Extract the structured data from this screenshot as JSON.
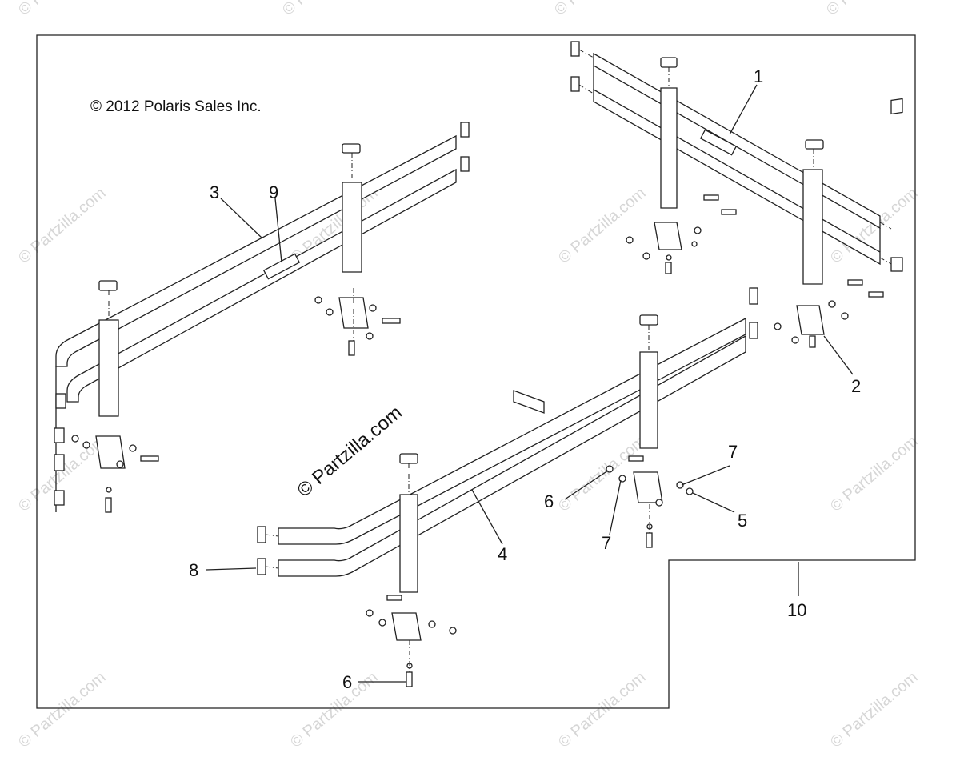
{
  "copyright": "© 2012 Polaris Sales Inc.",
  "center_watermark": "© Partzilla.com",
  "watermark_text": "© Partzilla.com",
  "callouts": {
    "c1": "1",
    "c2": "2",
    "c3": "3",
    "c4": "4",
    "c5": "5",
    "c6a": "6",
    "c6b": "6",
    "c7a": "7",
    "c7b": "7",
    "c8": "8",
    "c9": "9",
    "c10": "10"
  }
}
